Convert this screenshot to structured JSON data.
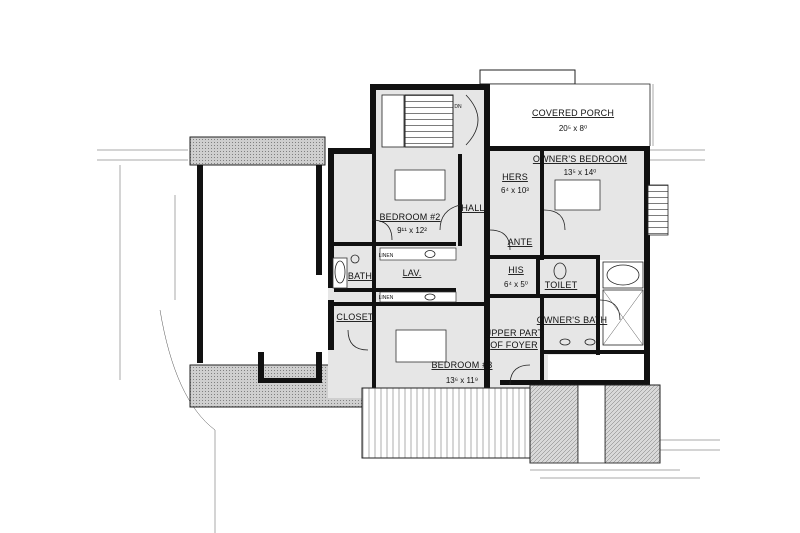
{
  "rooms": {
    "covered_porch": {
      "name": "COVERED PORCH",
      "dims": "20⁵ x 8⁰"
    },
    "owners_bedroom": {
      "name": "OWNER'S BEDROOM",
      "dims": "13⁵ x 14⁰"
    },
    "hers": {
      "name": "HERS",
      "dims": "6⁴ x 10³"
    },
    "bedroom2": {
      "name": "BEDROOM #2",
      "dims": "9¹¹ x 12²"
    },
    "hall": {
      "name": "HALL"
    },
    "ante": {
      "name": "ANTE"
    },
    "bath": {
      "name": "BATH"
    },
    "lav": {
      "name": "LAV."
    },
    "his": {
      "name": "HIS",
      "dims": "6⁴ x 5⁰"
    },
    "toilet": {
      "name": "TOILET"
    },
    "closet": {
      "name": "CLOSET"
    },
    "owners_bath": {
      "name": "OWNER'S BATH"
    },
    "upper_foyer": {
      "line1": "UPPER PART",
      "line2": "OF FOYER"
    },
    "bedroom3": {
      "name": "BEDROOM #3",
      "dims": "13⁶ x 11⁹"
    }
  },
  "small_labels": {
    "linen_upper": "LINEN",
    "linen_lower": "LINEN",
    "dn": "DN"
  }
}
